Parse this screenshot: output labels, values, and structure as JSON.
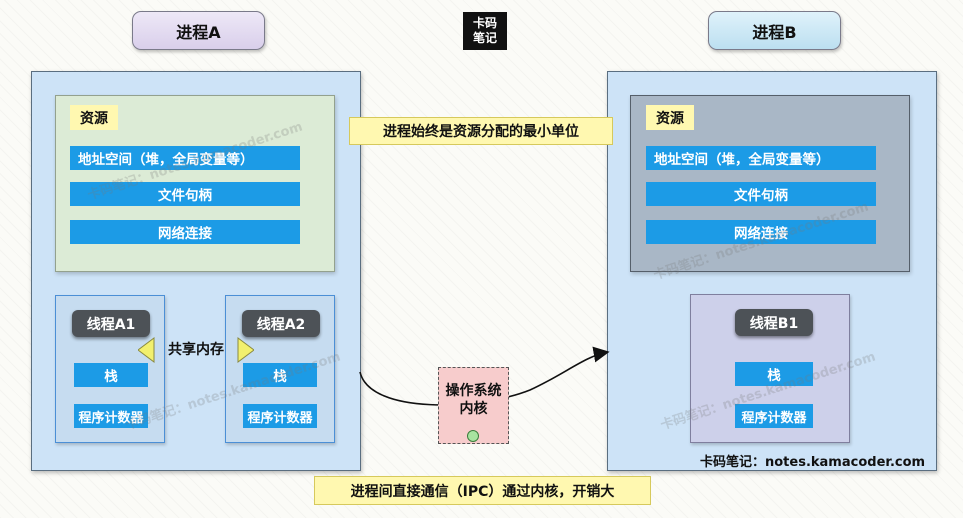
{
  "logo": {
    "line1": "卡码",
    "line2": "笔记"
  },
  "process_a": {
    "title": "进程A",
    "resources_label": "资源",
    "resources": [
      "地址空间（堆，全局变量等）",
      "文件句柄",
      "网络连接"
    ],
    "threads": [
      {
        "title": "线程A1",
        "items": [
          "栈",
          "程序计数器"
        ]
      },
      {
        "title": "线程A2",
        "items": [
          "栈",
          "程序计数器"
        ]
      }
    ],
    "shared_memory_label": "共享内存"
  },
  "process_b": {
    "title": "进程B",
    "resources_label": "资源",
    "resources": [
      "地址空间（堆，全局变量等）",
      "文件句柄",
      "网络连接"
    ],
    "threads": [
      {
        "title": "线程B1",
        "items": [
          "栈",
          "程序计数器"
        ]
      }
    ],
    "footer": "卡码笔记：notes.kamacoder.com"
  },
  "center_note": "进程始终是资源分配的最小单位",
  "kernel_label_line1": "操作系统",
  "kernel_label_line2": "内核",
  "bottom_note": "进程间直接通信（IPC）通过内核，开销大",
  "watermark_text": "卡码笔记：notes.kamacoder.com",
  "colors": {
    "process_title_a": "#e2daf0",
    "process_title_b": "#c6e4f2",
    "process_box": "#cde3f7",
    "bar_blue": "#1c9be6",
    "resource_label": "#fff8b0",
    "thread_pill": "#4d5257",
    "kernel_fill": "#f7cccc",
    "shared_arrow": "#f2f06e"
  }
}
